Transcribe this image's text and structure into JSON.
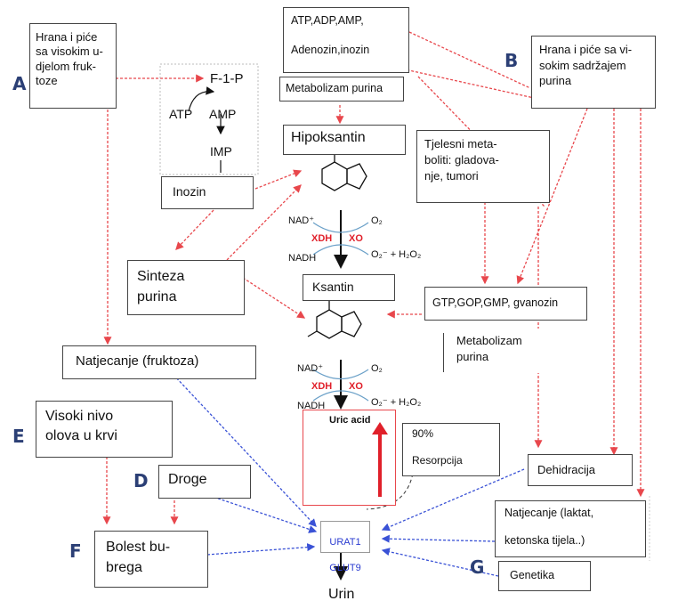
{
  "letters": {
    "a": "A",
    "b": "B",
    "d": "D",
    "e": "E",
    "f": "F",
    "g": "G"
  },
  "boxes": {
    "fructose_food": "Hrana i piće\nsa visokim u-\ndjelom fruk-\ntoze",
    "nucleotides": "ATP,ADP,AMP,\n\nAdenozin,inozin",
    "metabolism_purine_top": "Metabolizam purina",
    "purine_food": "Hrana i piće sa vi-\nsokim sadržajem\npurina",
    "hypoxanthine": "Hipoksantin",
    "body_metabolites": "Tjelesni meta-\nboliti: gladova-\nnje, tumori",
    "inosine": "Inozin",
    "purine_synthesis": "Sinteza\npurina",
    "xanthine": "Ksantin",
    "guanine_nucleotides": "GTP,GOP,GMP, gvanozin",
    "metabolism_purine_bottom": "Metabolizam\npurina",
    "fructose_competition": "Natjecanje (fruktoza)",
    "lead": "Visoki nivo\nolova u krvi",
    "resorption": "90%\n\nResorpcija",
    "drugs": "Droge",
    "dehydration": "Dehidracija",
    "lactate_competition": "Natjecanje (laktat,\n\nketonska tijela..)",
    "kidney_disease": "Bolest bu-\nbrega",
    "genetics": "Genetika",
    "urine": "Urin"
  },
  "pathway": {
    "f1p": "F-1-P",
    "atp": "ATP",
    "amp": "AMP",
    "imp": "IMP",
    "nad": "NAD⁺",
    "nadh": "NADH",
    "xdh": "XDH",
    "xo": "XO",
    "o2": "O₂",
    "o2_products": "O₂⁻ + H₂O₂",
    "uric_acid": "Uric acid",
    "urat1": "URAT1",
    "glut9": "GLUT9"
  },
  "colors": {
    "red_dotted": "#e8474c",
    "blue_dotted": "#3a52d6",
    "letter": "#2b3f75",
    "enzyme_red": "#e0202a",
    "transporter_blue": "#2a3bd0"
  }
}
